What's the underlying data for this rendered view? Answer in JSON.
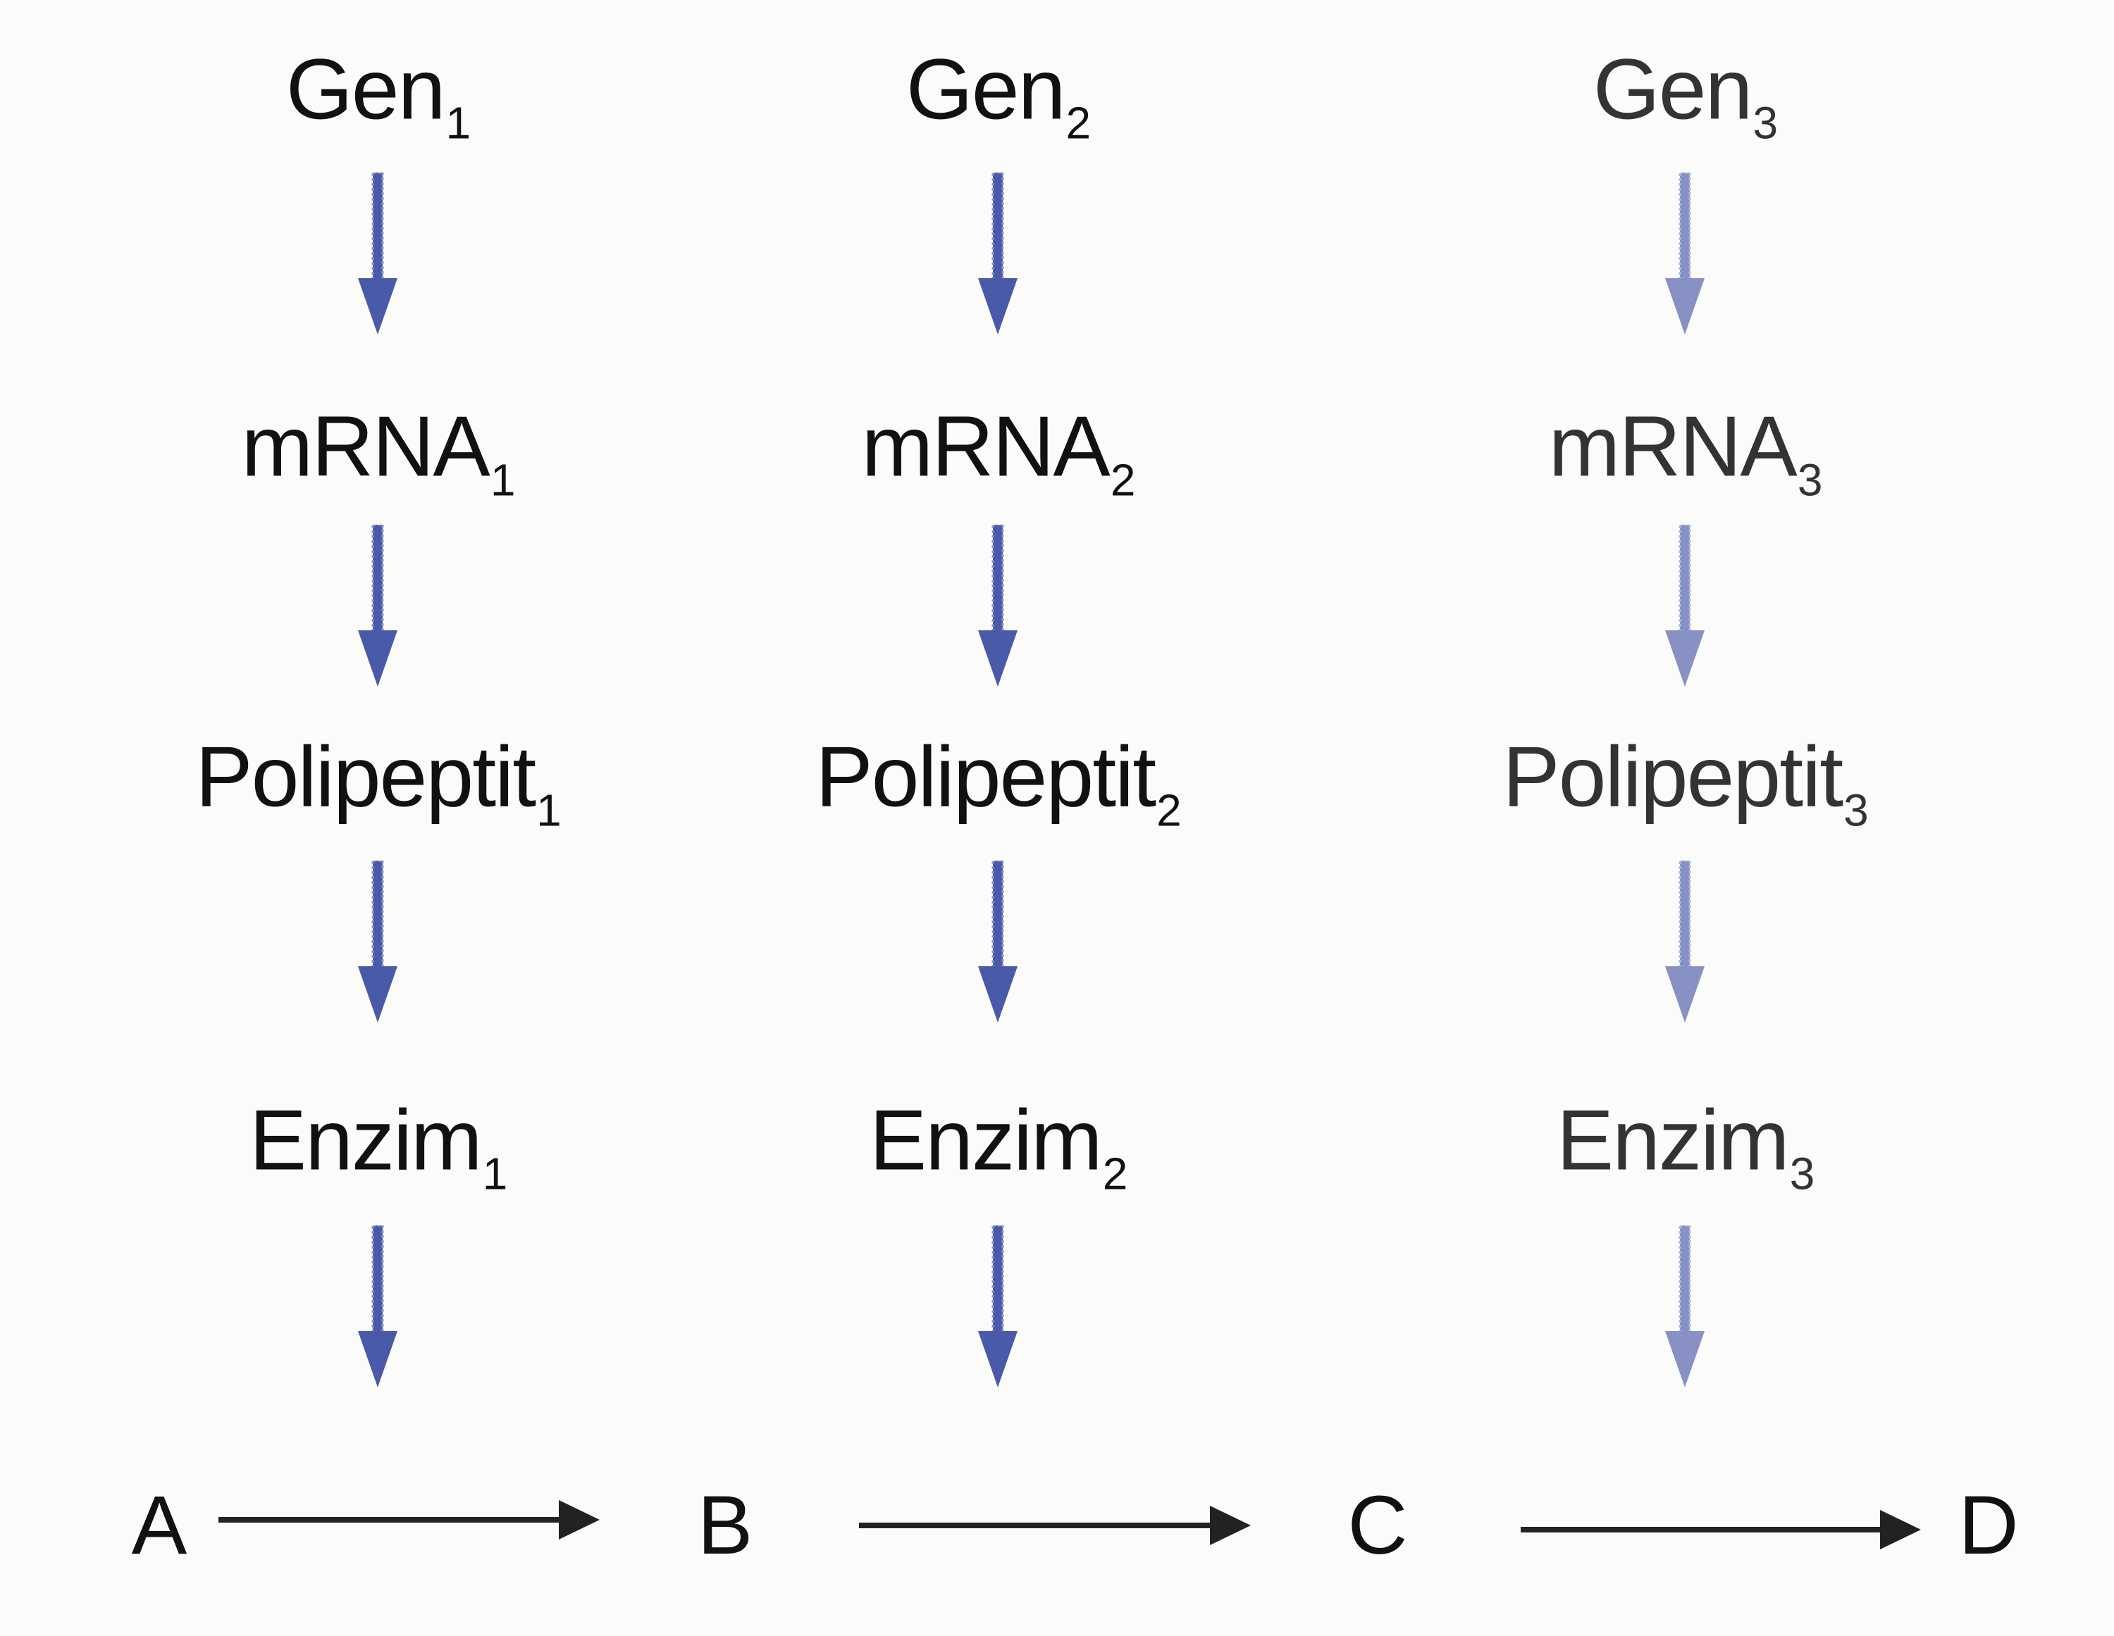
{
  "columns": [
    {
      "gene": "Gen",
      "mrna": "mRNA",
      "poly": "Polipeptit",
      "enzyme": "Enzim",
      "index": "1"
    },
    {
      "gene": "Gen",
      "mrna": "mRNA",
      "poly": "Polipeptit",
      "enzyme": "Enzim",
      "index": "2"
    },
    {
      "gene": "Gen",
      "mrna": "mRNA",
      "poly": "Polipeptit",
      "enzyme": "Enzim",
      "index": "3"
    }
  ],
  "pathway": [
    "A",
    "B",
    "C",
    "D"
  ],
  "colors": {
    "arrow_blue": "#4a5aa8",
    "arrow_dark": "#222222"
  }
}
